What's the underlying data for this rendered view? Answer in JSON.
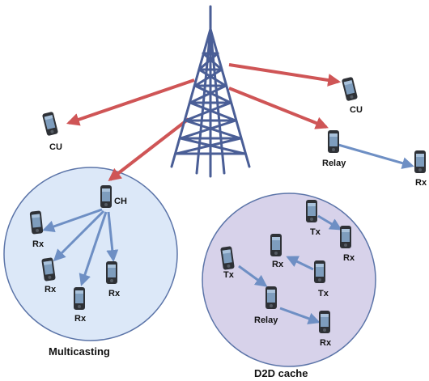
{
  "labels": {
    "cu_left": "CU",
    "cu_right": "CU",
    "relay_top": "Relay",
    "rx_edge": "Rx",
    "ch": "CH",
    "mc_rx1": "Rx",
    "mc_rx2": "Rx",
    "mc_rx3": "Rx",
    "mc_rx4": "Rx",
    "multicasting": "Multicasting",
    "tx1": "Tx",
    "rx_a": "Rx",
    "rx_b": "Rx",
    "tx2": "Tx",
    "tx3": "Tx",
    "relay_cache": "Relay",
    "rx_c": "Rx",
    "d2d_cache": "D2D cache"
  },
  "colors": {
    "cellular_link": "#cf5556",
    "d2d_link": "#6e8fc4",
    "multicast_circle_fill": "#dce8f8",
    "cache_circle_fill": "#d7d2ea",
    "circle_stroke": "#5b74a8",
    "tower": "#4a5e96"
  },
  "icons": {
    "tower": "cell-tower-icon",
    "device": "mobile-phone-icon"
  }
}
